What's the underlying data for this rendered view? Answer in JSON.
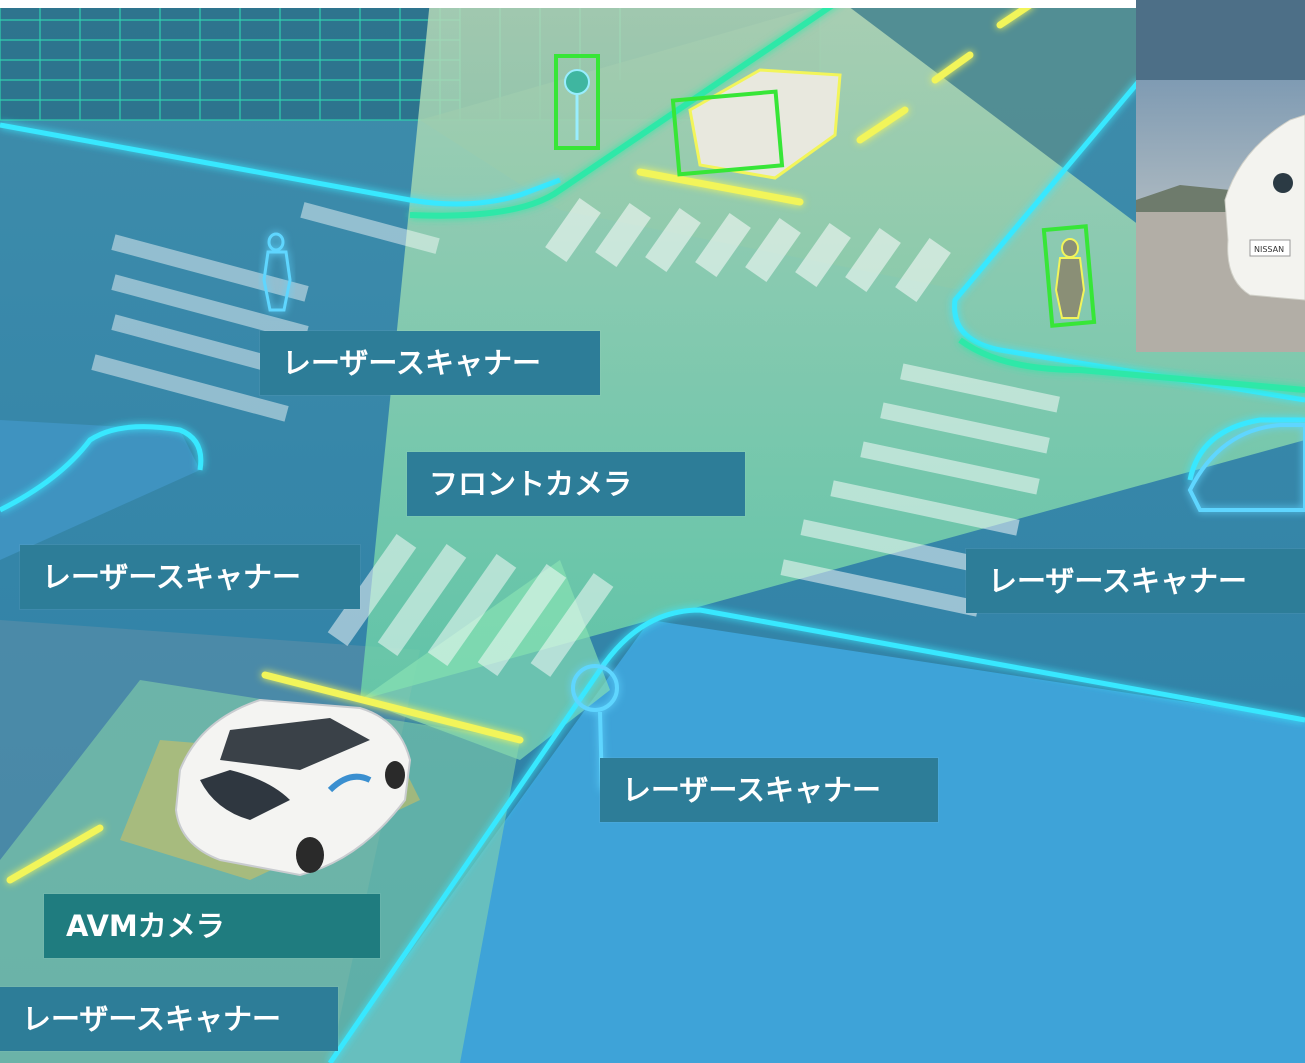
{
  "labels": {
    "laser_scanner_top": "レーザースキャナー",
    "front_camera": "フロントカメラ",
    "laser_scanner_left": "レーザースキャナー",
    "laser_scanner_right": "レーザースキャナー",
    "laser_scanner_mid": "レーザースキャナー",
    "avm_camera": "AVMカメラ",
    "laser_scanner_bottom": "レーザースキャナー"
  },
  "photo": {
    "badge_text": "NISSAN"
  },
  "colors": {
    "road": "#2b7ea6",
    "road_edge_glow": "#39e8ff",
    "camera_cone": "#7fe0b0",
    "detection_box": "#37e637",
    "lane_marker": "#f2f55a",
    "label_bg": "#2d7d98"
  }
}
